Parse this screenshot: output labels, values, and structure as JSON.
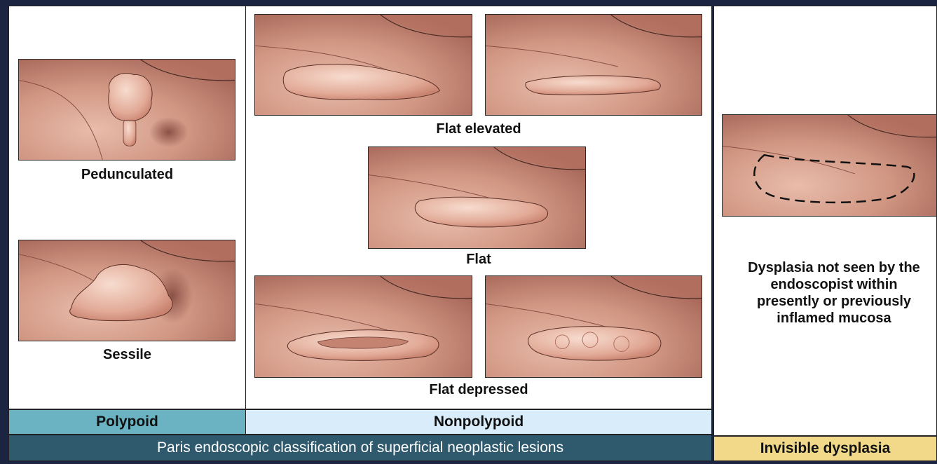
{
  "labels": {
    "pedunculated": "Pedunculated",
    "sessile": "Sessile",
    "flat_elevated": "Flat elevated",
    "flat": "Flat",
    "flat_depressed": "Flat depressed",
    "invisible_description": "Dysplasia not seen by the endoscopist within presently or previously inflamed mucosa"
  },
  "categories": {
    "polypoid": "Polypoid",
    "nonpolypoid": "Nonpolypoid",
    "invisible": "Invisible dysplasia"
  },
  "footer": {
    "title": "Paris endoscopic classification of superficial neoplastic lesions"
  },
  "colors": {
    "background": "#1b2440",
    "polypoid_bar": "#6bb3c2",
    "nonpolypoid_bar": "#d9ecf9",
    "footer_bar": "#2f5a6e",
    "invisible_bar": "#f2d98a",
    "mucosa": "#c98a78"
  }
}
